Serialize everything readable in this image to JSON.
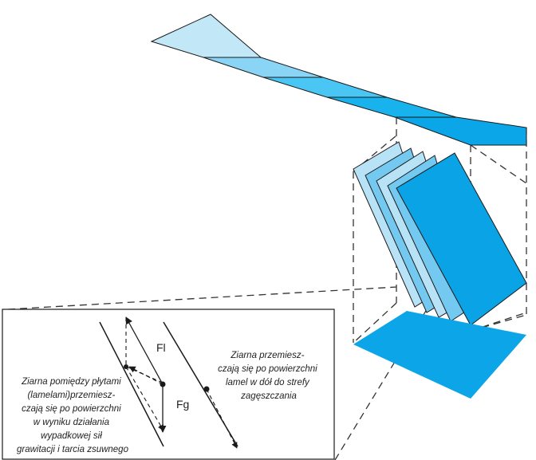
{
  "colors": {
    "strip": [
      "#c2e7f7",
      "#8ad4f5",
      "#4ac6f5",
      "#18b2ec",
      "#0aa6e8"
    ],
    "plate": "#0ba5e8",
    "lamella_light": "#b8e2f6",
    "lamella_mid": "#74c9f0",
    "lamella_front": "#0aa3e6",
    "outline": "#1a1a1a",
    "dash": "#333333"
  },
  "forces": {
    "fl": "Fl",
    "fg": "Fg"
  },
  "labels": {
    "between_plates": [
      "Ziarna pomiędzy płytami",
      "(lamelami)przemiesz-",
      "czają się po powierzchni",
      "w wyniku działania",
      "wypadkowej sił",
      "grawitacji i tarcia zsuwnego"
    ],
    "surface_move": [
      "Ziarna przemiesz-",
      "czają się po powierzchni",
      "lamel w dół do strefy",
      "zagęszczania"
    ]
  }
}
